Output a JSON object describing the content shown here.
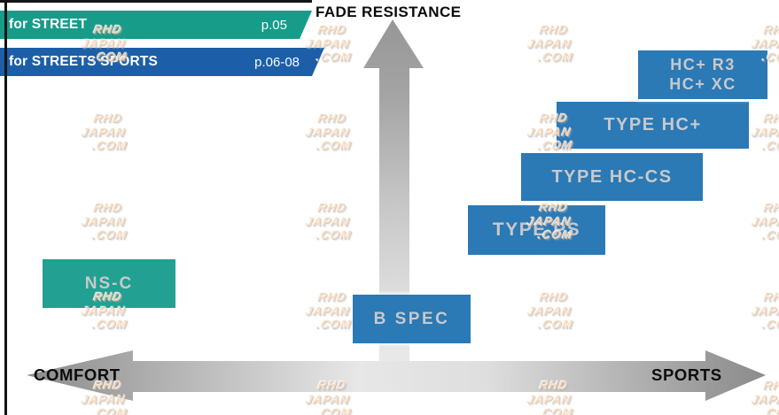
{
  "banners": [
    {
      "label": "for STREET",
      "page": "p.05"
    },
    {
      "label": "for STREETS SPORTS",
      "page": "p.06-08"
    }
  ],
  "axis": {
    "y_label": "FADE RESISTANCE",
    "x_left_label": "COMFORT",
    "x_right_label": "SPORTS"
  },
  "products": [
    {
      "label": "NS-C"
    },
    {
      "label": "B SPEC"
    },
    {
      "label": "TYPE PS"
    },
    {
      "label": "TYPE HC-CS"
    },
    {
      "label": "TYPE HC+"
    },
    {
      "lines": [
        "HC+ R3",
        "HC+ XC"
      ]
    }
  ],
  "watermark": {
    "lines": [
      "RHD",
      "JAPAN",
      ".COM"
    ]
  },
  "colors": {
    "street_teal": "#169c89",
    "sports_blue": "#1c5fa8",
    "product_blue": "#2b79b5",
    "product_teal": "#22a192",
    "box_text": "#c7c9cb",
    "arrow_gray": "#9a9a9a",
    "axis_text": "#0c0c0c"
  },
  "chart_data": {
    "type": "scatter",
    "title": "",
    "xlabel": "COMFORT (left) to SPORTS (right)",
    "ylabel": "FADE RESISTANCE",
    "xlim": [
      0,
      1
    ],
    "ylim": [
      0,
      1
    ],
    "grid": false,
    "legend_position": "top-left",
    "series": [
      {
        "name": "for STREET",
        "page_ref": "p.05",
        "color": "#22a192",
        "points": [
          {
            "label": "NS-C",
            "x": 0.12,
            "y": 0.33
          }
        ]
      },
      {
        "name": "for STREETS SPORTS",
        "page_ref": "p.06-08",
        "color": "#2b79b5",
        "points": [
          {
            "label": "B SPEC",
            "x": 0.53,
            "y": 0.23
          },
          {
            "label": "TYPE PS",
            "x": 0.69,
            "y": 0.49
          },
          {
            "label": "TYPE HC-CS",
            "x": 0.79,
            "y": 0.64
          },
          {
            "label": "TYPE HC+",
            "x": 0.84,
            "y": 0.79
          },
          {
            "label": "HC+ R3 / HC+ XC",
            "x": 0.9,
            "y": 0.94
          }
        ]
      }
    ]
  }
}
